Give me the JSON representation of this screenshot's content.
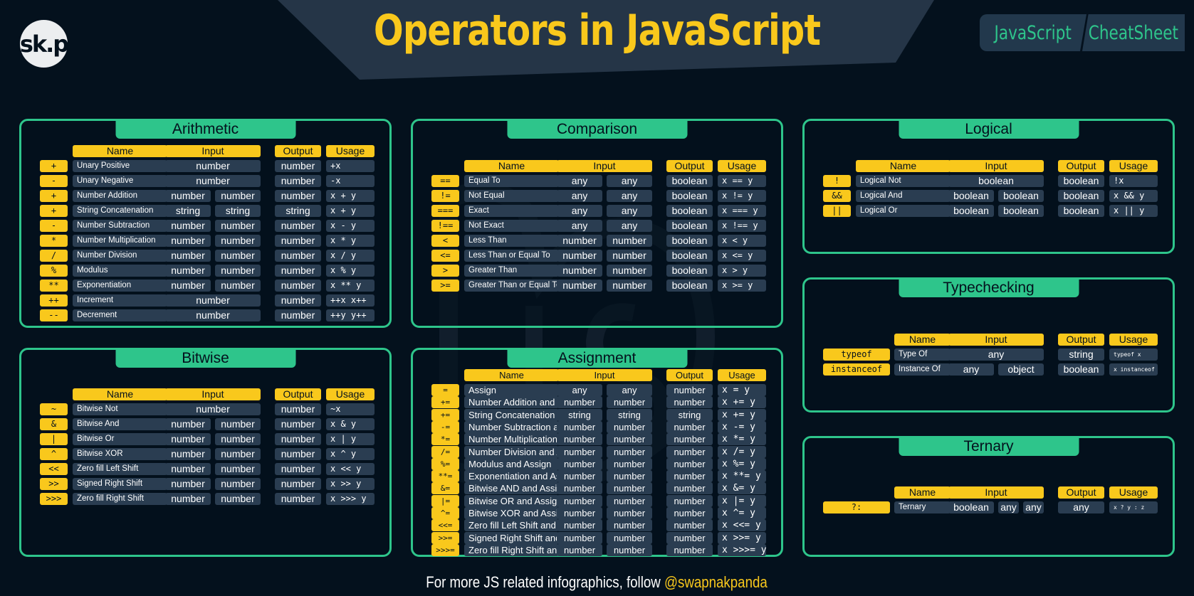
{
  "title": "Operators in JavaScript",
  "logo_text": "sk.p",
  "tags": [
    "JavaScript",
    "CheatSheet"
  ],
  "colors": {
    "accent": "#f9c81c",
    "green": "#2ec58b",
    "background": "#04111d",
    "cell": "#2a3d51"
  },
  "headers": {
    "name": "Name",
    "input": "Input",
    "output": "Output",
    "usage": "Usage"
  },
  "footer": {
    "text": "For more JS related infographics, follow ",
    "handle": "@swapnakpanda"
  },
  "sections": [
    {
      "id": "arithmetic",
      "title": "Arithmetic",
      "rows": [
        {
          "op": "+",
          "name": "Unary Positive",
          "input": [
            "number"
          ],
          "output": "number",
          "usage": "+x"
        },
        {
          "op": "-",
          "name": "Unary Negative",
          "input": [
            "number"
          ],
          "output": "number",
          "usage": "-x"
        },
        {
          "op": "+",
          "name": "Number Addition",
          "input": [
            "number",
            "number"
          ],
          "output": "number",
          "usage": "x + y"
        },
        {
          "op": "+",
          "name": "String Concatenation",
          "input": [
            "string",
            "string"
          ],
          "output": "string",
          "usage": "x + y"
        },
        {
          "op": "-",
          "name": "Number Subtraction",
          "input": [
            "number",
            "number"
          ],
          "output": "number",
          "usage": "x - y"
        },
        {
          "op": "*",
          "name": "Number Multiplication",
          "input": [
            "number",
            "number"
          ],
          "output": "number",
          "usage": "x * y"
        },
        {
          "op": "/",
          "name": "Number Division",
          "input": [
            "number",
            "number"
          ],
          "output": "number",
          "usage": "x / y"
        },
        {
          "op": "%",
          "name": "Modulus",
          "input": [
            "number",
            "number"
          ],
          "output": "number",
          "usage": "x % y"
        },
        {
          "op": "**",
          "name": "Exponentiation",
          "input": [
            "number",
            "number"
          ],
          "output": "number",
          "usage": "x ** y"
        },
        {
          "op": "++",
          "name": "Increment",
          "input": [
            "number"
          ],
          "output": "number",
          "usage": "++x x++"
        },
        {
          "op": "--",
          "name": "Decrement",
          "input": [
            "number"
          ],
          "output": "number",
          "usage": "++y y++"
        }
      ]
    },
    {
      "id": "bitwise",
      "title": "Bitwise",
      "rows": [
        {
          "op": "~",
          "name": "Bitwise Not",
          "input": [
            "number"
          ],
          "output": "number",
          "usage": "~x"
        },
        {
          "op": "&",
          "name": "Bitwise And",
          "input": [
            "number",
            "number"
          ],
          "output": "number",
          "usage": "x & y"
        },
        {
          "op": "|",
          "name": "Bitwise Or",
          "input": [
            "number",
            "number"
          ],
          "output": "number",
          "usage": "x | y"
        },
        {
          "op": "^",
          "name": "Bitwise XOR",
          "input": [
            "number",
            "number"
          ],
          "output": "number",
          "usage": "x ^ y"
        },
        {
          "op": "<<",
          "name": "Zero fill Left Shift",
          "input": [
            "number",
            "number"
          ],
          "output": "number",
          "usage": "x << y"
        },
        {
          "op": ">>",
          "name": "Signed Right Shift",
          "input": [
            "number",
            "number"
          ],
          "output": "number",
          "usage": "x >> y"
        },
        {
          "op": ">>>",
          "name": "Zero fill Right Shift",
          "input": [
            "number",
            "number"
          ],
          "output": "number",
          "usage": "x >>> y"
        }
      ]
    },
    {
      "id": "comparison",
      "title": "Comparison",
      "rows": [
        {
          "op": "==",
          "name": "Equal To",
          "input": [
            "any",
            "any"
          ],
          "output": "boolean",
          "usage": "x == y"
        },
        {
          "op": "!=",
          "name": "Not Equal",
          "input": [
            "any",
            "any"
          ],
          "output": "boolean",
          "usage": "x != y"
        },
        {
          "op": "===",
          "name": "Exact",
          "input": [
            "any",
            "any"
          ],
          "output": "boolean",
          "usage": "x === y"
        },
        {
          "op": "!==",
          "name": "Not Exact",
          "input": [
            "any",
            "any"
          ],
          "output": "boolean",
          "usage": "x !== y"
        },
        {
          "op": "<",
          "name": "Less Than",
          "input": [
            "number",
            "number"
          ],
          "output": "boolean",
          "usage": "x < y"
        },
        {
          "op": "<=",
          "name": "Less Than or Equal To",
          "input": [
            "number",
            "number"
          ],
          "output": "boolean",
          "usage": "x <= y"
        },
        {
          "op": ">",
          "name": "Greater Than",
          "input": [
            "number",
            "number"
          ],
          "output": "boolean",
          "usage": "x > y"
        },
        {
          "op": ">=",
          "name": "Greater Than or Equal To",
          "input": [
            "number",
            "number"
          ],
          "output": "boolean",
          "usage": "x >= y"
        }
      ]
    },
    {
      "id": "assignment",
      "title": "Assignment",
      "rows": [
        {
          "op": "=",
          "name": "Assign",
          "input": [
            "any",
            "any"
          ],
          "output": "number",
          "usage": "x = y"
        },
        {
          "op": "+=",
          "name": "Number Addition and Assign",
          "input": [
            "number",
            "number"
          ],
          "output": "number",
          "usage": "x += y"
        },
        {
          "op": "+=",
          "name": "String Concatenation and Assign",
          "input": [
            "string",
            "string"
          ],
          "output": "string",
          "usage": "x += y"
        },
        {
          "op": "-=",
          "name": "Number Subtraction and Assign",
          "input": [
            "number",
            "number"
          ],
          "output": "number",
          "usage": "x -= y"
        },
        {
          "op": "*=",
          "name": "Number Multiplication and Assign",
          "input": [
            "number",
            "number"
          ],
          "output": "number",
          "usage": "x *= y"
        },
        {
          "op": "/=",
          "name": "Number Division and Assign",
          "input": [
            "number",
            "number"
          ],
          "output": "number",
          "usage": "x /= y"
        },
        {
          "op": "%=",
          "name": "Modulus and Assign",
          "input": [
            "number",
            "number"
          ],
          "output": "number",
          "usage": "x %= y"
        },
        {
          "op": "**=",
          "name": "Exponentiation and Assign",
          "input": [
            "number",
            "number"
          ],
          "output": "number",
          "usage": "x **= y"
        },
        {
          "op": "&=",
          "name": "Bitwise AND and Assign",
          "input": [
            "number",
            "number"
          ],
          "output": "number",
          "usage": "x &= y"
        },
        {
          "op": "|=",
          "name": "Bitwise OR and Assign",
          "input": [
            "number",
            "number"
          ],
          "output": "number",
          "usage": "x |= y"
        },
        {
          "op": "^=",
          "name": "Bitwise XOR and Assign",
          "input": [
            "number",
            "number"
          ],
          "output": "number",
          "usage": "x ^= y"
        },
        {
          "op": "<<=",
          "name": "Zero fill Left Shift and Assign",
          "input": [
            "number",
            "number"
          ],
          "output": "number",
          "usage": "x <<= y"
        },
        {
          "op": ">>=",
          "name": "Signed Right Shift and Assign",
          "input": [
            "number",
            "number"
          ],
          "output": "number",
          "usage": "x >>= y"
        },
        {
          "op": ">>>=",
          "name": "Zero fill Right Shift and Assign",
          "input": [
            "number",
            "number"
          ],
          "output": "number",
          "usage": "x >>>= y"
        }
      ]
    },
    {
      "id": "logical",
      "title": "Logical",
      "rows": [
        {
          "op": "!",
          "name": "Logical Not",
          "input": [
            "boolean"
          ],
          "output": "boolean",
          "usage": "!x"
        },
        {
          "op": "&&",
          "name": "Logical And",
          "input": [
            "boolean",
            "boolean"
          ],
          "output": "boolean",
          "usage": "x && y"
        },
        {
          "op": "||",
          "name": "Logical Or",
          "input": [
            "boolean",
            "boolean"
          ],
          "output": "boolean",
          "usage": "x || y"
        }
      ]
    },
    {
      "id": "typechecking",
      "title": "Typechecking",
      "rows": [
        {
          "op": "typeof",
          "name": "Type Of",
          "input": [
            "any"
          ],
          "output": "string",
          "usage": "typeof x"
        },
        {
          "op": "instanceof",
          "name": "Instance Of",
          "input": [
            "any",
            "object"
          ],
          "output": "boolean",
          "usage": "x instanceof y"
        }
      ]
    },
    {
      "id": "ternary",
      "title": "Ternary",
      "rows": [
        {
          "op": "?:",
          "name": "Ternary",
          "input": [
            "boolean",
            "any",
            "any"
          ],
          "output": "any",
          "usage": "x ? y : z"
        }
      ]
    }
  ]
}
